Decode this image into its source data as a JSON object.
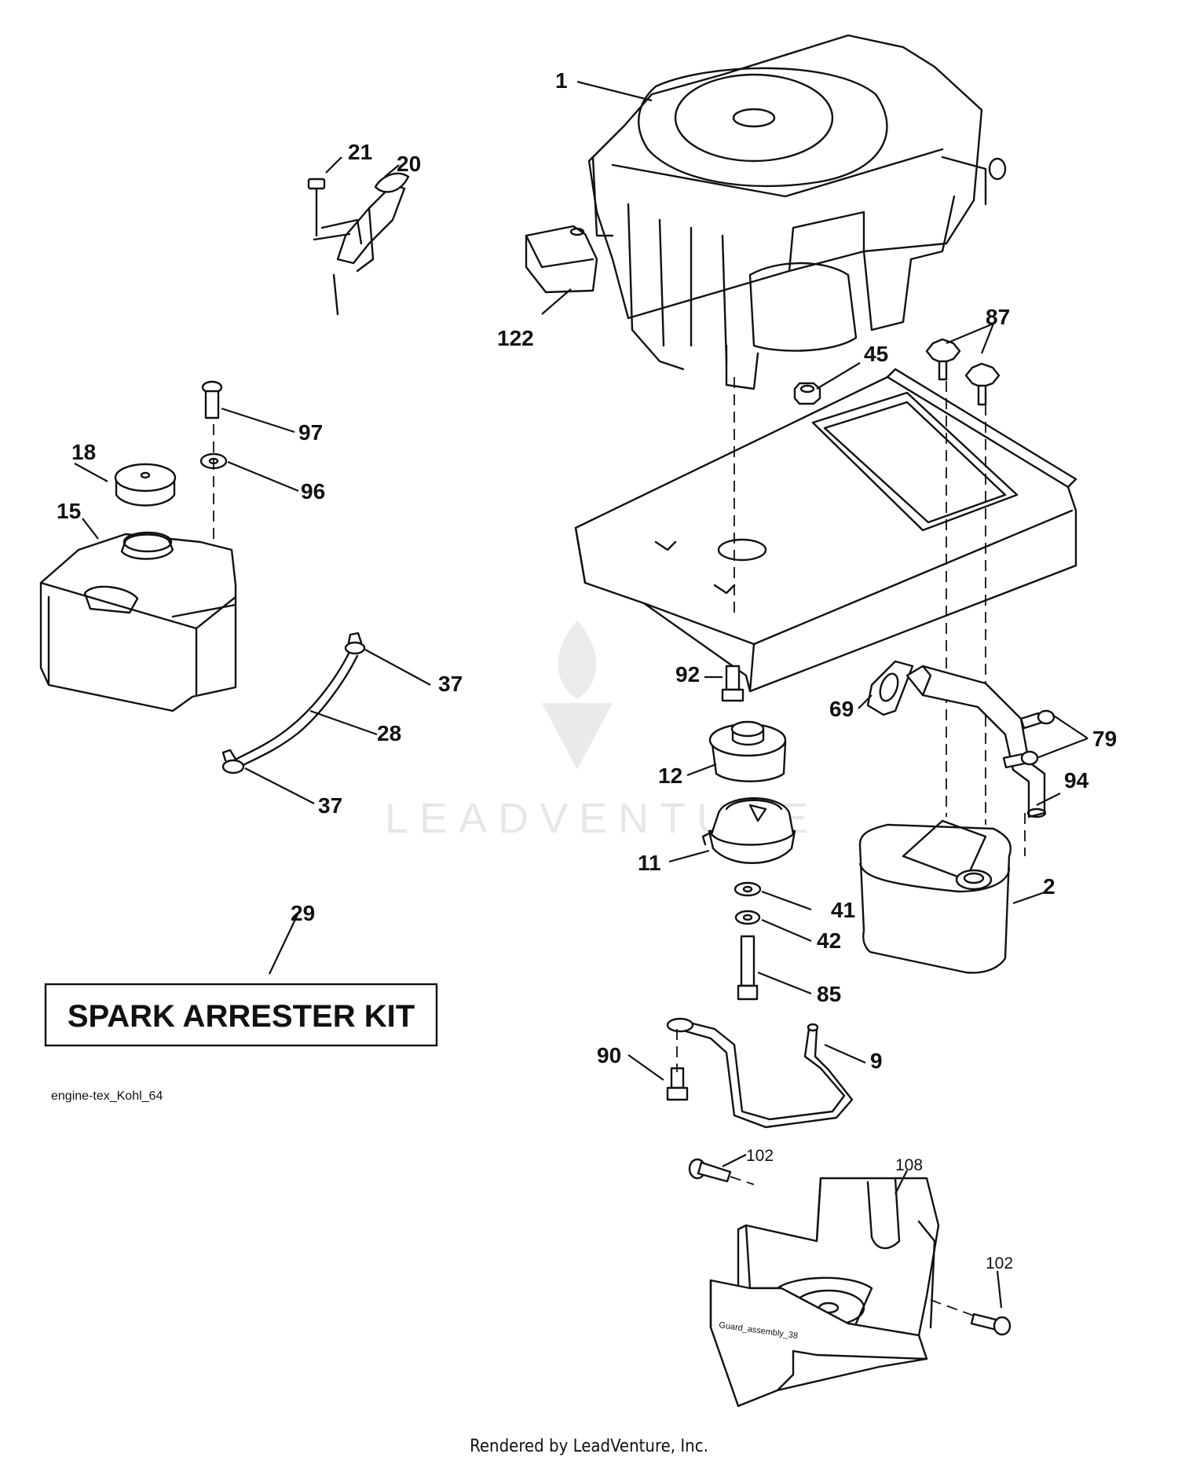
{
  "drawing_id": "engine-tex_Kohl_64",
  "kit_box": {
    "label": "SPARK ARRESTER KIT",
    "callout": "29"
  },
  "guard_label": "Guard_assembly_38",
  "watermark": "LEADVENTURE",
  "footer": "Rendered by LeadVenture, Inc.",
  "callouts": {
    "c1": "1",
    "c2": "2",
    "c9": "9",
    "c11": "11",
    "c12": "12",
    "c15": "15",
    "c18": "18",
    "c20": "20",
    "c21": "21",
    "c28": "28",
    "c37a": "37",
    "c37b": "37",
    "c41": "41",
    "c42": "42",
    "c45": "45",
    "c69": "69",
    "c79": "79",
    "c85": "85",
    "c87": "87",
    "c90": "90",
    "c92": "92",
    "c94": "94",
    "c96": "96",
    "c97": "97",
    "c102a": "102",
    "c102b": "102",
    "c108": "108",
    "c122": "122"
  }
}
